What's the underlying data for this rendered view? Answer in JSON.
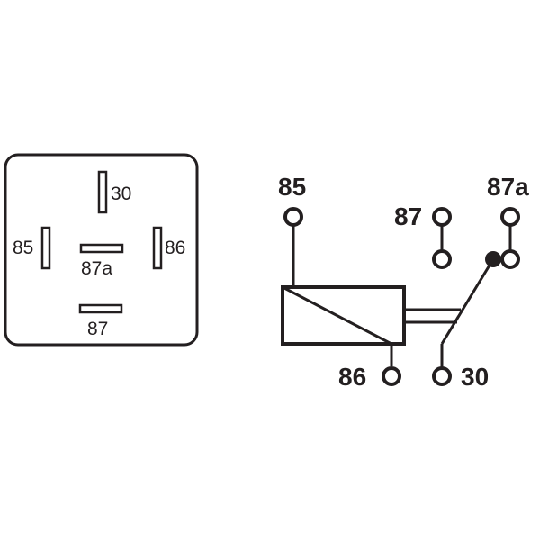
{
  "footprint": {
    "pins": [
      {
        "id": "30",
        "label": "30"
      },
      {
        "id": "85",
        "label": "85"
      },
      {
        "id": "86",
        "label": "86"
      },
      {
        "id": "87a",
        "label": "87a"
      },
      {
        "id": "87",
        "label": "87"
      }
    ]
  },
  "schematic": {
    "terminals": [
      {
        "id": "85",
        "label": "85"
      },
      {
        "id": "87",
        "label": "87"
      },
      {
        "id": "87a",
        "label": "87a"
      },
      {
        "id": "86",
        "label": "86"
      },
      {
        "id": "30",
        "label": "30"
      }
    ]
  },
  "colors": {
    "stroke": "#231f20",
    "background": "#ffffff"
  }
}
